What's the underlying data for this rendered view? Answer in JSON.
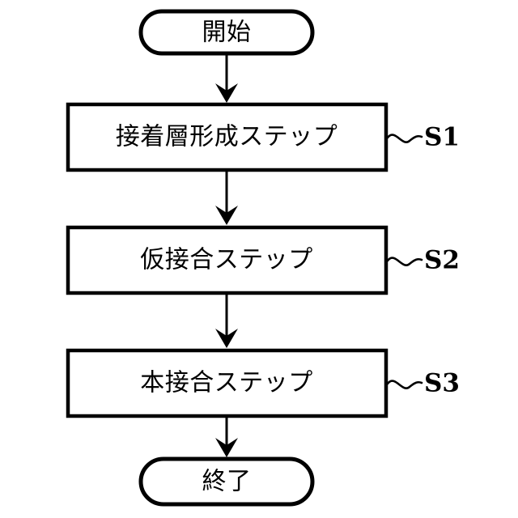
{
  "diagram": {
    "kind": "flowchart",
    "orientation": "vertical",
    "background_color": "#ffffff",
    "line_color": "#000000",
    "nodes": [
      {
        "id": "start",
        "shape": "stadium",
        "label": "開始",
        "ref": ""
      },
      {
        "id": "s1",
        "shape": "rectangle",
        "label": "接着層形成ステップ",
        "ref": "S1"
      },
      {
        "id": "s2",
        "shape": "rectangle",
        "label": "仮接合ステップ",
        "ref": "S2"
      },
      {
        "id": "s3",
        "shape": "rectangle",
        "label": "本接合ステップ",
        "ref": "S3"
      },
      {
        "id": "end",
        "shape": "stadium",
        "label": "終了",
        "ref": ""
      }
    ],
    "edges": [
      {
        "from": "start",
        "to": "s1",
        "arrow": "filled-notched"
      },
      {
        "from": "s1",
        "to": "s2",
        "arrow": "filled-notched"
      },
      {
        "from": "s2",
        "to": "s3",
        "arrow": "filled-notched"
      },
      {
        "from": "s3",
        "to": "end",
        "arrow": "filled-notched"
      }
    ],
    "leader_labels": [
      {
        "for": "s1",
        "text": "S1"
      },
      {
        "for": "s2",
        "text": "S2"
      },
      {
        "for": "s3",
        "text": "S3"
      }
    ]
  }
}
